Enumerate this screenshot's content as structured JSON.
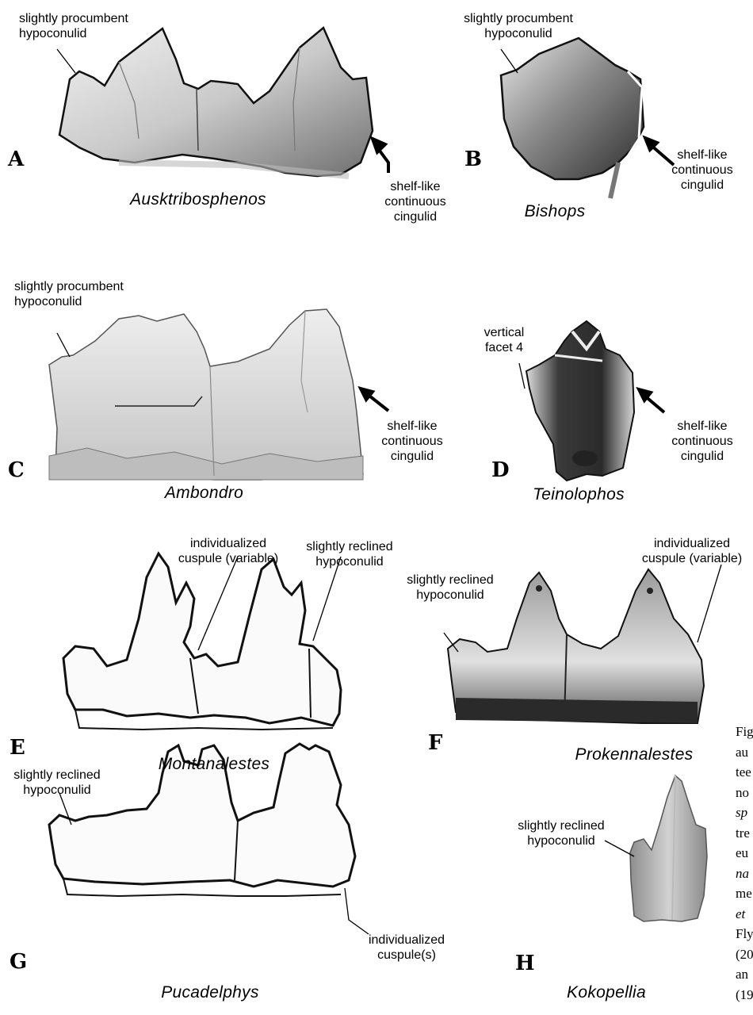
{
  "panels": [
    {
      "letter": "A",
      "taxon": "Ausktribosphenos",
      "labels": [
        "slightly procumbent",
        "hypoconulid",
        "shelf-like",
        "continuous",
        "cingulid"
      ]
    },
    {
      "letter": "B",
      "taxon": "Bishops",
      "labels": [
        "slightly procumbent",
        "hypoconulid",
        "shelf-like",
        "continuous",
        "cingulid"
      ]
    },
    {
      "letter": "C",
      "taxon": "Ambondro",
      "labels": [
        "slightly procumbent",
        "hypoconulid",
        "shelf-like",
        "continuous",
        "cingulid"
      ]
    },
    {
      "letter": "D",
      "taxon": "Teinolophos",
      "labels": [
        "vertical",
        "facet 4",
        "shelf-like",
        "continuous",
        "cingulid"
      ]
    },
    {
      "letter": "E",
      "taxon": "Montanalestes",
      "labels": [
        "individualized",
        "cuspule (variable)",
        "slightly reclined",
        "hypoconulid"
      ]
    },
    {
      "letter": "F",
      "taxon": "Prokennalestes",
      "labels": [
        "slightly reclined",
        "hypoconulid",
        "individualized",
        "cuspule (variable)"
      ]
    },
    {
      "letter": "G",
      "taxon": "Pucadelphys",
      "labels": [
        "slightly reclined",
        "hypoconulid",
        "individualized",
        "cuspule(s)"
      ]
    },
    {
      "letter": "H",
      "taxon": "Kokopellia",
      "labels": [
        "slightly reclined",
        "hypoconulid"
      ]
    }
  ],
  "caption_fragments": [
    "Fig",
    "au",
    "tee",
    "no",
    "sp",
    "tre",
    "eu",
    "na",
    "me",
    "et",
    "Fly",
    "(20",
    "an",
    "(19"
  ]
}
